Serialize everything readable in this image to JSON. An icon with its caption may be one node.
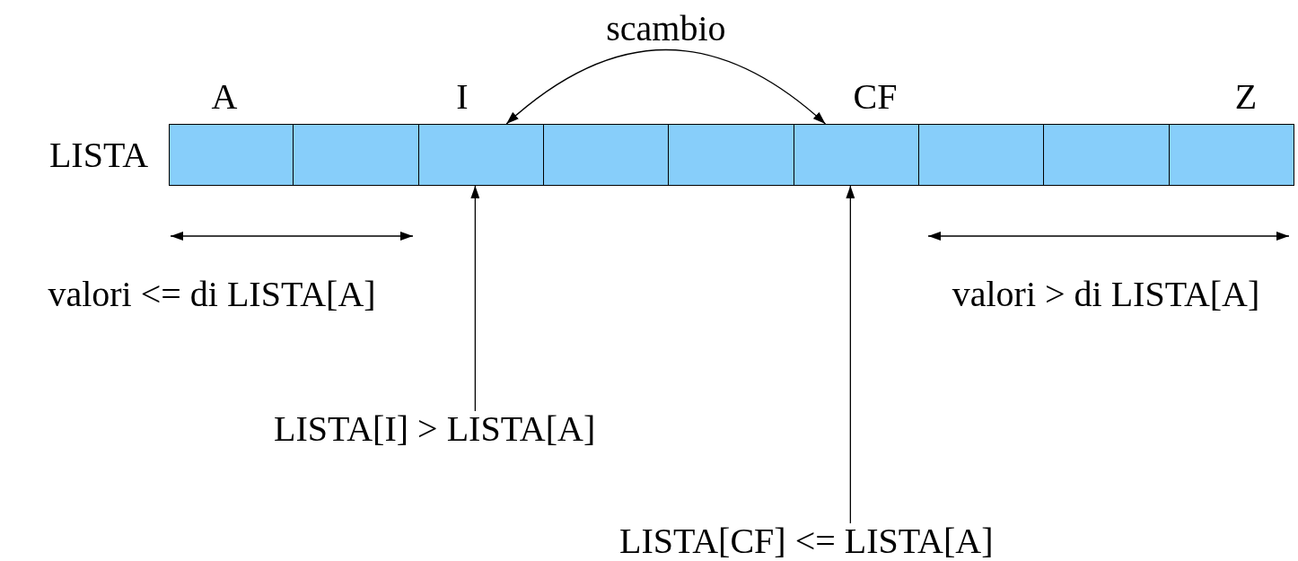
{
  "diagram": {
    "nodes": [
      {
        "text": [],
        "shape": "box"
      },
      {
        "text": [],
        "shape": "box"
      },
      {
        "text": [],
        "shape": "box"
      },
      {
        "text": [],
        "shape": "box"
      },
      {
        "text": [],
        "shape": "box"
      },
      {
        "text": [],
        "shape": "box"
      },
      {
        "text": [],
        "shape": "box"
      },
      {
        "text": [],
        "shape": "box"
      },
      {
        "text": [],
        "shape": "box"
      },
      {
        "text": [
          "LISTA[I] > LISTA[A]"
        ]
      },
      {
        "text": [
          "LISTA[CF] <= LISTA[A]"
        ]
      }
    ],
    "edges": [
      {
        "from": 9,
        "to": 2,
        "arrow": "to"
      },
      {
        "from": 10,
        "to": 5,
        "arrow": "to"
      },
      {
        "from": 2,
        "to": 5,
        "arrow": "both",
        "label": "scambio"
      }
    ],
    "labels": [
      "A",
      "I",
      "CF",
      "Z",
      "LISTA",
      "valori <= di LISTA[A]",
      "valori > di LISTA[A]"
    ]
  }
}
